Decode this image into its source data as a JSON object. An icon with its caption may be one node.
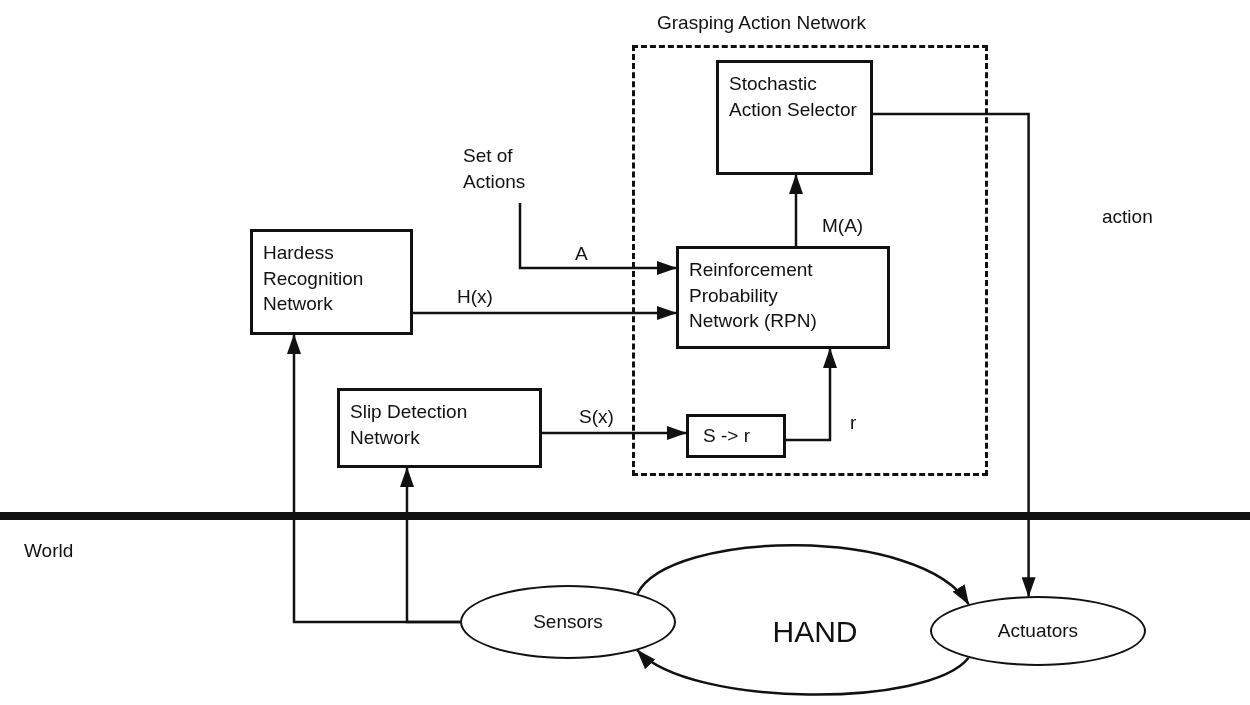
{
  "diagram": {
    "nodes": [
      {
        "text": [
          "Grasping Action Network"
        ]
      },
      {
        "text": [
          "Stochastic Action Selector"
        ],
        "in": 0
      },
      {
        "text": [
          "Reinforcement Probability Network (RPN)"
        ],
        "in": 0
      },
      {
        "text": [
          "S -> r"
        ],
        "in": 0
      },
      {
        "text": [
          "Set of Actions"
        ]
      },
      {
        "text": [
          "Hardess Recognition Network"
        ]
      },
      {
        "text": [
          "Slip Detection Network"
        ]
      },
      {
        "text": [
          "Sensors"
        ]
      },
      {
        "text": [
          "HAND"
        ]
      },
      {
        "text": [
          "Actuators"
        ]
      }
    ],
    "edges": [
      {
        "from": 4,
        "to": 2,
        "arrow": "to",
        "label": "A"
      },
      {
        "from": 5,
        "to": 2,
        "arrow": "to",
        "label": "H(x)"
      },
      {
        "from": 6,
        "to": 3,
        "arrow": "to",
        "label": "S(x)"
      },
      {
        "from": 3,
        "to": 2,
        "arrow": "to",
        "label": "r"
      },
      {
        "from": 2,
        "to": 1,
        "arrow": "to",
        "label": "M(A)"
      },
      {
        "from": 1,
        "to": 9,
        "arrow": "to",
        "label": "action"
      },
      {
        "from": 7,
        "to": 5,
        "arrow": "to"
      },
      {
        "from": 7,
        "to": 6,
        "arrow": "to"
      },
      {
        "from": 7,
        "to": 9,
        "arrow": "to"
      },
      {
        "from": 9,
        "to": 7,
        "arrow": "to"
      }
    ],
    "labels": [
      "World"
    ]
  }
}
